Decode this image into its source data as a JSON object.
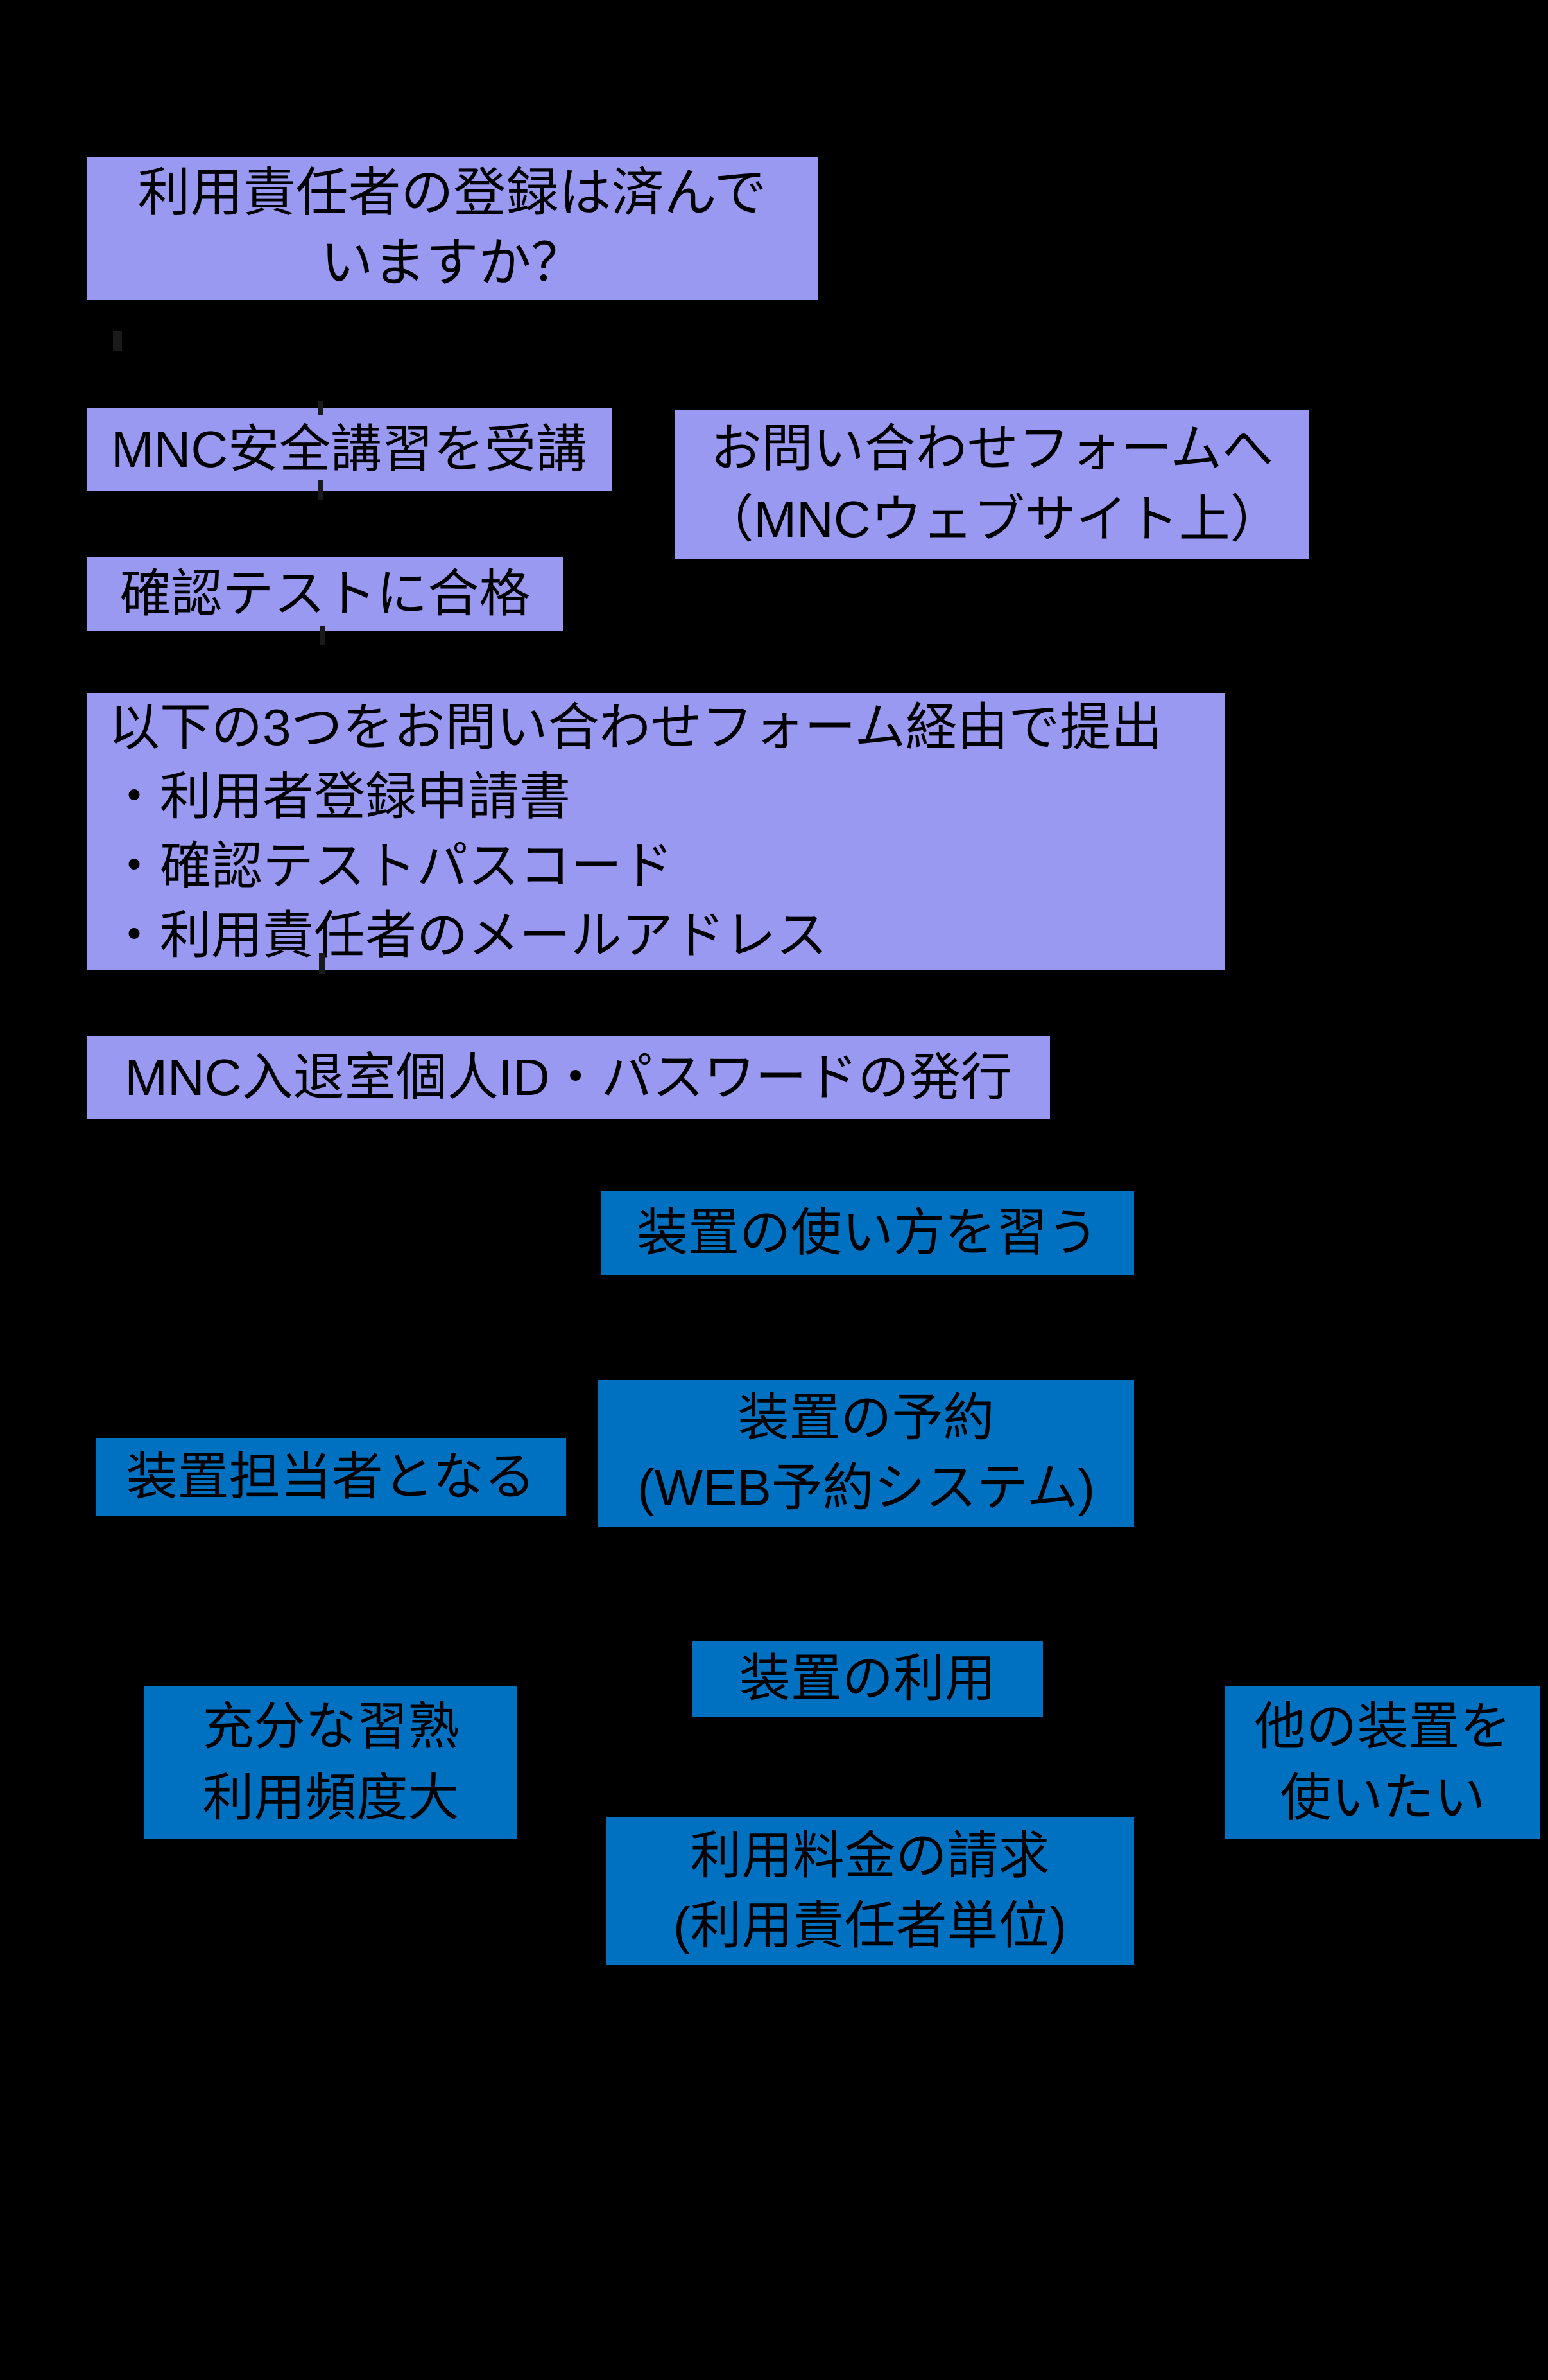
{
  "canvas": {
    "background": "#000000"
  },
  "palette": {
    "purple": "#9999F2",
    "blue": "#0070C0",
    "text_color": "#000000",
    "connector_mark": "#1A1A1A"
  },
  "diagram": {
    "type": "flowchart",
    "boxes": {
      "question": {
        "fill": "purple",
        "lines": [
          "利用責任者の登録は済んで",
          "いますか？"
        ]
      },
      "safety_training": {
        "fill": "purple",
        "lines": [
          "MNC安全講習を受講"
        ]
      },
      "inquiry_form": {
        "fill": "purple",
        "lines": [
          "お問い合わせフォームへ",
          "（MNCウェブサイト上）"
        ]
      },
      "pass_test": {
        "fill": "purple",
        "lines": [
          "確認テストに合格"
        ]
      },
      "submit_documents": {
        "fill": "purple",
        "lines": [
          "以下の3つをお問い合わせフォーム経由で提出",
          "・利用者登録申請書",
          "・確認テストパスコード",
          "・利用責任者のメールアドレス"
        ]
      },
      "id_issue": {
        "fill": "purple",
        "lines": [
          "MNC入退室個人ID・パスワードの発行"
        ]
      },
      "learn_usage": {
        "fill": "blue",
        "lines": [
          "装置の使い方を習う"
        ]
      },
      "reservation": {
        "fill": "blue",
        "lines": [
          "装置の予約",
          "(WEB予約システム)"
        ]
      },
      "equipment_staff": {
        "fill": "blue",
        "lines": [
          "装置担当者となる"
        ]
      },
      "equipment_use": {
        "fill": "blue",
        "lines": [
          "装置の利用"
        ]
      },
      "proficiency": {
        "fill": "blue",
        "lines": [
          "充分な習熟",
          "利用頻度大"
        ]
      },
      "other_equipment": {
        "fill": "blue",
        "lines": [
          "他の装置を",
          "使いたい"
        ]
      },
      "billing": {
        "fill": "blue",
        "lines": [
          "利用料金の請求",
          "(利用責任者単位)"
        ]
      }
    }
  }
}
